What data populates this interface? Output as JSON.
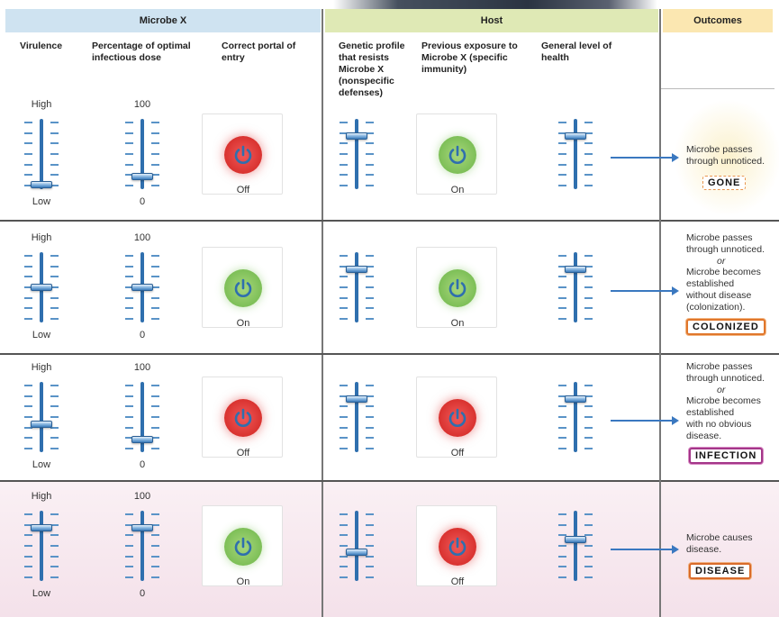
{
  "headers": {
    "microbe": "Microbe X",
    "host": "Host",
    "outcomes": "Outcomes"
  },
  "columns": {
    "virulence": "Virulence",
    "dose": "Percentage of optimal infectious dose",
    "portal": "Correct portal of entry",
    "genetic": "Genetic profile that resists Microbe X (nonspecific defenses)",
    "exposure": "Previous exposure to Microbe X (specific immunity)",
    "health": "General level of health"
  },
  "scale_labels": {
    "virulence_high": "High",
    "virulence_low": "Low",
    "dose_high": "100",
    "dose_low": "0"
  },
  "rows": [
    {
      "virulence_level": 0.0,
      "dose_level": 0.13,
      "portal": "Off",
      "genetic_level": 0.8,
      "exposure": "On",
      "health_level": 0.8,
      "outcome_lines": [
        "Microbe passes",
        "through unnoticed."
      ],
      "badge": "GONE"
    },
    {
      "virulence_level": 0.5,
      "dose_level": 0.5,
      "portal": "On",
      "genetic_level": 0.8,
      "exposure": "On",
      "health_level": 0.8,
      "outcome_lines": [
        "Microbe passes",
        "through unnoticed.",
        "or",
        "Microbe becomes",
        "established",
        "without disease",
        "(colonization)."
      ],
      "badge": "COLONIZED"
    },
    {
      "virulence_level": 0.38,
      "dose_level": 0.13,
      "portal": "Off",
      "genetic_level": 0.8,
      "exposure": "Off",
      "health_level": 0.8,
      "outcome_lines": [
        "Microbe passes",
        "through unnoticed.",
        "or",
        "Microbe becomes",
        "established",
        "with no obvious",
        "disease."
      ],
      "badge": "INFECTION"
    },
    {
      "virulence_level": 0.8,
      "dose_level": 0.8,
      "portal": "On",
      "genetic_level": 0.4,
      "exposure": "Off",
      "health_level": 0.6,
      "outcome_lines": [
        "Microbe causes",
        "disease."
      ],
      "badge": "DISEASE"
    }
  ]
}
